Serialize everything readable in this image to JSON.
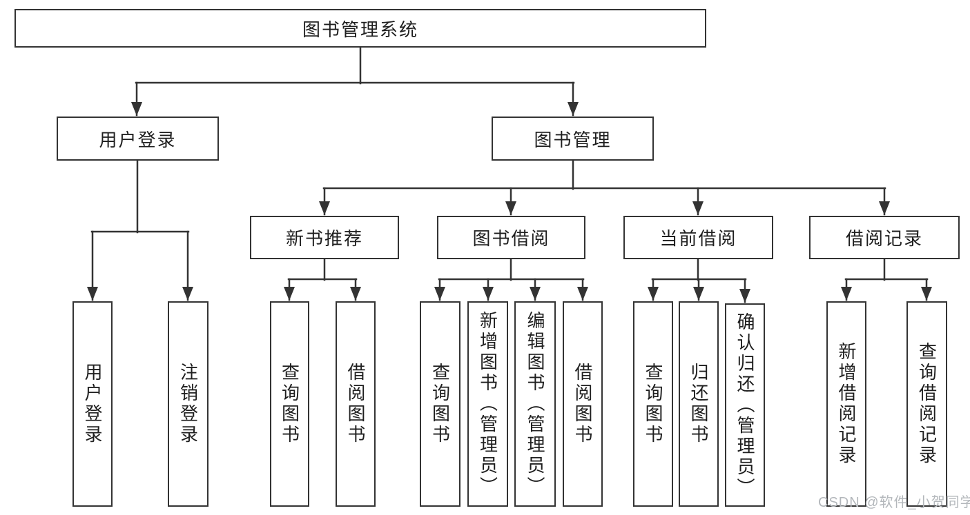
{
  "tree": {
    "root": {
      "label": "图书管理系统"
    },
    "branches": [
      {
        "label": "用户登录",
        "children": [
          {
            "label": "用户登录"
          },
          {
            "label": "注销登录"
          }
        ]
      },
      {
        "label": "图书管理",
        "children": [
          {
            "label": "新书推荐",
            "children": [
              {
                "label": "查询图书"
              },
              {
                "label": "借阅图书"
              }
            ]
          },
          {
            "label": "图书借阅",
            "children": [
              {
                "label": "查询图书"
              },
              {
                "label": "新增图书（管理员）"
              },
              {
                "label": "编辑图书（管理员）"
              },
              {
                "label": "借阅图书"
              }
            ]
          },
          {
            "label": "当前借阅",
            "children": [
              {
                "label": "查询图书"
              },
              {
                "label": "归还图书"
              },
              {
                "label": "确认归还（管理员）"
              }
            ]
          },
          {
            "label": "借阅记录",
            "children": [
              {
                "label": "新增借阅记录"
              },
              {
                "label": "查询借阅记录"
              }
            ]
          }
        ]
      }
    ]
  },
  "watermark": {
    "text": "CSDN @软件_小贺同学"
  },
  "colors": {
    "line": "#333333",
    "text": "#1f1f1f",
    "box_bg": "#ffffff",
    "background": "#ffffff",
    "watermark": "#b3b7bb"
  }
}
